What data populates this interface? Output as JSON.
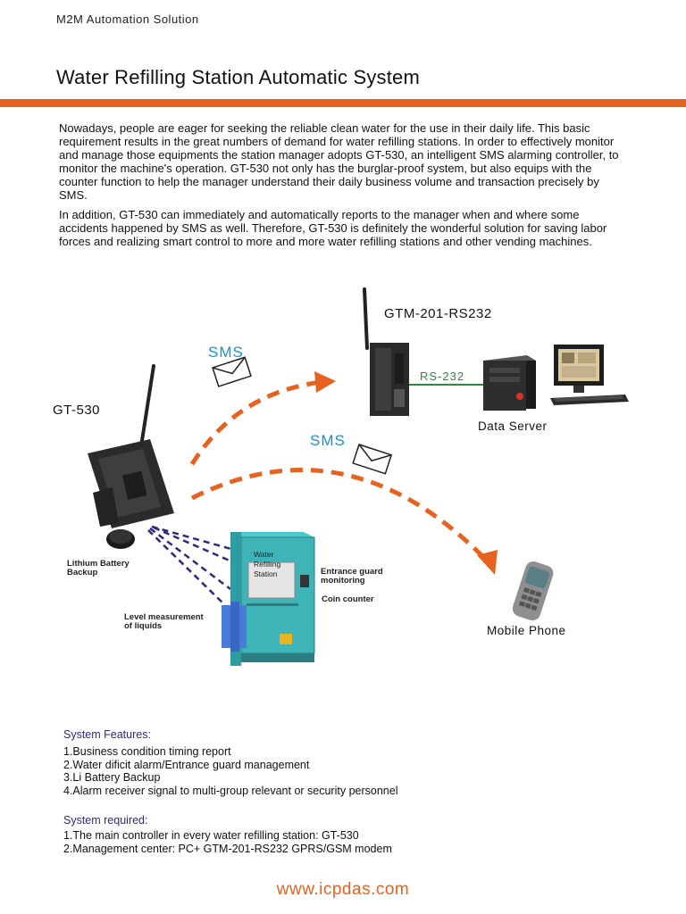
{
  "header": {
    "category": "M2M Automation Solution",
    "title": "Water Refilling Station Automatic System",
    "accent_color": "#e8621f"
  },
  "intro": {
    "paragraph1": "Nowadays, people are eager for seeking the reliable clean water for the use in their daily life. This basic requirement results in the great numbers of demand for water refilling stations. In order to effectively monitor and manage those equipments the station manager adopts GT-530, an intelligent SMS alarming controller, to monitor the machine's operation.  GT-530 not only has the burglar-proof system, but also equips with the counter function to help the manager understand their daily business volume and transaction precisely by SMS.",
    "paragraph2": "In addition, GT-530 can immediately and automatically reports to the manager when and where some accidents happened by SMS as well. Therefore, GT-530 is definitely the wonderful solution for saving labor forces and realizing smart control to more and more water refilling stations and other vending machines."
  },
  "diagram": {
    "gt530": "GT-530",
    "gtm": "GTM-201-RS232",
    "sms_top": "SMS",
    "sms_bottom": "SMS",
    "rs232": "RS-232",
    "data_server": "Data Server",
    "mobile_phone": "Mobile Phone",
    "lithium_line1": "Lithium Battery",
    "lithium_line2": "Backup",
    "level_line1": "Level measurement",
    "level_line2": "of liquids",
    "entrance_line1": "Entrance guard",
    "entrance_line2": "monitoring",
    "coin_counter": "Coin counter",
    "station_line1": "Water",
    "station_line2": "Refilling",
    "station_line3": "Station",
    "sms_color": "#1a8fd0",
    "rs232_color": "#2a8a3a"
  },
  "features": {
    "title": "System Features:",
    "items": [
      "1.Business condition timing report",
      "2.Water dificit alarm/Entrance guard management",
      "3.Li Battery Backup",
      "4.Alarm receiver signal to multi-group relevant or security personnel"
    ]
  },
  "required": {
    "title": "System required:",
    "items": [
      "1.The main controller in every water refilling station: GT-530",
      "2.Management center: PC+ GTM-201-RS232 GPRS/GSM modem"
    ]
  },
  "footer": {
    "url": "www.icpdas.com"
  }
}
